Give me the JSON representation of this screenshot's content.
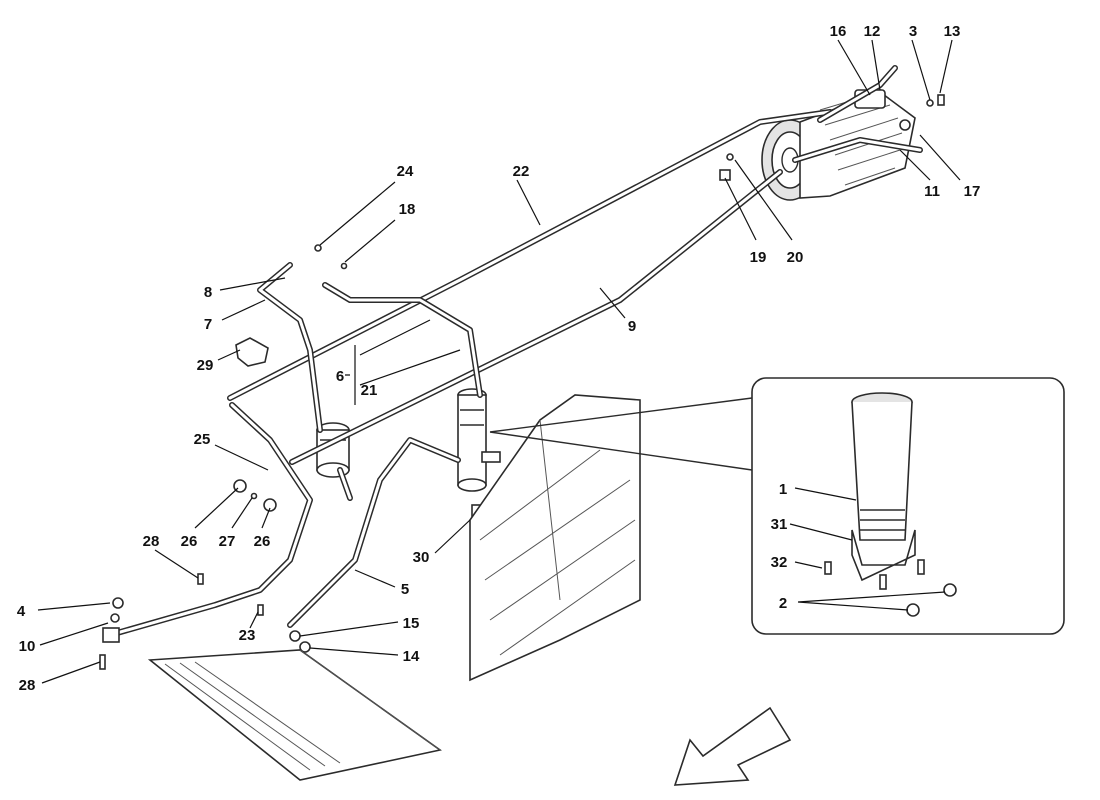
{
  "callouts": [
    {
      "id": "16",
      "label": "16"
    },
    {
      "id": "12",
      "label": "12"
    },
    {
      "id": "3",
      "label": "3"
    },
    {
      "id": "13",
      "label": "13"
    },
    {
      "id": "24",
      "label": "24"
    },
    {
      "id": "22",
      "label": "22"
    },
    {
      "id": "18",
      "label": "18"
    },
    {
      "id": "11",
      "label": "11"
    },
    {
      "id": "17",
      "label": "17"
    },
    {
      "id": "19",
      "label": "19"
    },
    {
      "id": "20",
      "label": "20"
    },
    {
      "id": "8",
      "label": "8"
    },
    {
      "id": "9",
      "label": "9"
    },
    {
      "id": "7",
      "label": "7"
    },
    {
      "id": "6",
      "label": "6"
    },
    {
      "id": "21",
      "label": "21"
    },
    {
      "id": "29",
      "label": "29"
    },
    {
      "id": "25",
      "label": "25"
    },
    {
      "id": "1",
      "label": "1"
    },
    {
      "id": "31",
      "label": "31"
    },
    {
      "id": "32",
      "label": "32"
    },
    {
      "id": "2",
      "label": "2"
    },
    {
      "id": "28a",
      "label": "28"
    },
    {
      "id": "26a",
      "label": "26"
    },
    {
      "id": "27",
      "label": "27"
    },
    {
      "id": "26b",
      "label": "26"
    },
    {
      "id": "30",
      "label": "30"
    },
    {
      "id": "5",
      "label": "5"
    },
    {
      "id": "4",
      "label": "4"
    },
    {
      "id": "15",
      "label": "15"
    },
    {
      "id": "10",
      "label": "10"
    },
    {
      "id": "23",
      "label": "23"
    },
    {
      "id": "14",
      "label": "14"
    },
    {
      "id": "28b",
      "label": "28"
    }
  ]
}
